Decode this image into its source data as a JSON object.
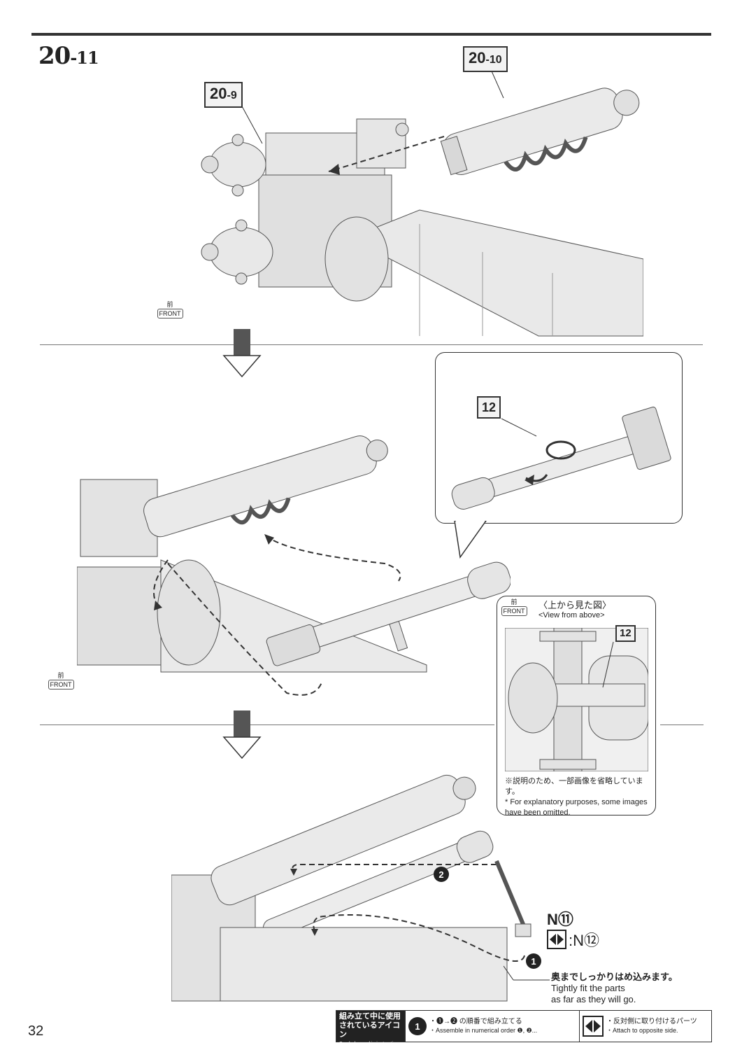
{
  "step": {
    "main": "20",
    "sub": "-11"
  },
  "part_tags": {
    "t1": {
      "main": "20",
      "sub": "-9"
    },
    "t2": {
      "main": "20",
      "sub": "-10"
    },
    "t3": "12",
    "t4": "12"
  },
  "front_icon": {
    "kanji": "前",
    "label": "FRONT"
  },
  "view_from_above": {
    "jp": "〈上から見た図〉",
    "en": "<View from above>"
  },
  "omission_note": {
    "jp": "※説明のため、一部画像を省略しています。",
    "en_line1": "* For explanatory purposes, some images",
    "en_line2": "have been omitted."
  },
  "sequence_mark": {
    "step1": "1",
    "step2": "2"
  },
  "nozzle_labels": {
    "n11": "N⑪",
    "n12": ":N⑫"
  },
  "fit_note": {
    "jp": "奥までしっかりはめ込みます。",
    "en_line1": "Tightly fit the parts",
    "en_line2": "as far as they will go."
  },
  "page_number": "32",
  "legend": {
    "title_l1": "組み立て中に使用",
    "title_l2": "されているアイコン",
    "title_en": "Symbols used in instructions",
    "order_jp": "・❶→❷ の順番で組み立てる",
    "order_en": "・Assemble in numerical order ❶, ❷...",
    "opposite_jp": "・反対側に取り付けるパーツ",
    "opposite_en": "・Attach to opposite side."
  }
}
